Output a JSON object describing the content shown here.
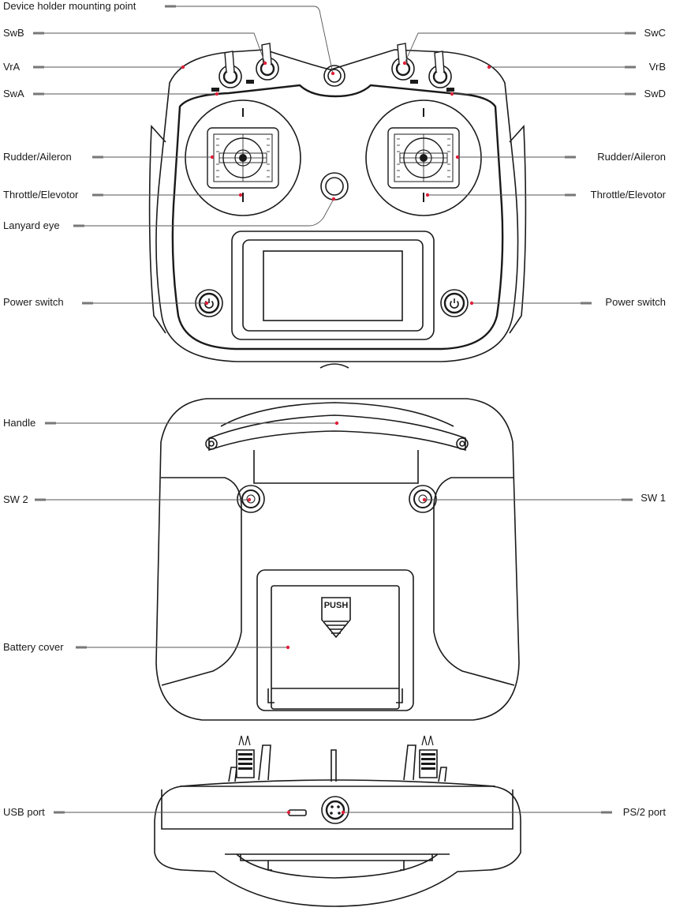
{
  "colors": {
    "line": "#1a1a1a",
    "leader": "#555555",
    "marker": "#e0203a",
    "dash": "#777777"
  },
  "front_view": {
    "labels": {
      "device_holder": "Device holder mounting point",
      "swb": "SwB",
      "swc": "SwC",
      "vra": "VrA",
      "vrb": "VrB",
      "swa": "SwA",
      "swd": "SwD",
      "rudder_aileron_left": "Rudder/Aileron",
      "rudder_aileron_right": "Rudder/Aileron",
      "throttle_left": "Throttle/Elevotor",
      "throttle_right": "Throttle/Elevotor",
      "lanyard": "Lanyard eye",
      "power_left": "Power switch",
      "power_right": "Power switch"
    },
    "icons": [
      "power-icon",
      "gimbal-icon",
      "toggle-switch-icon",
      "knob-icon"
    ]
  },
  "back_view": {
    "labels": {
      "handle": "Handle",
      "sw2": "SW 2",
      "sw1": "SW 1",
      "battery_cover": "Battery cover"
    },
    "push_text": "PUSH"
  },
  "bottom_view": {
    "labels": {
      "usb": "USB port",
      "ps2": "PS/2 port"
    }
  }
}
